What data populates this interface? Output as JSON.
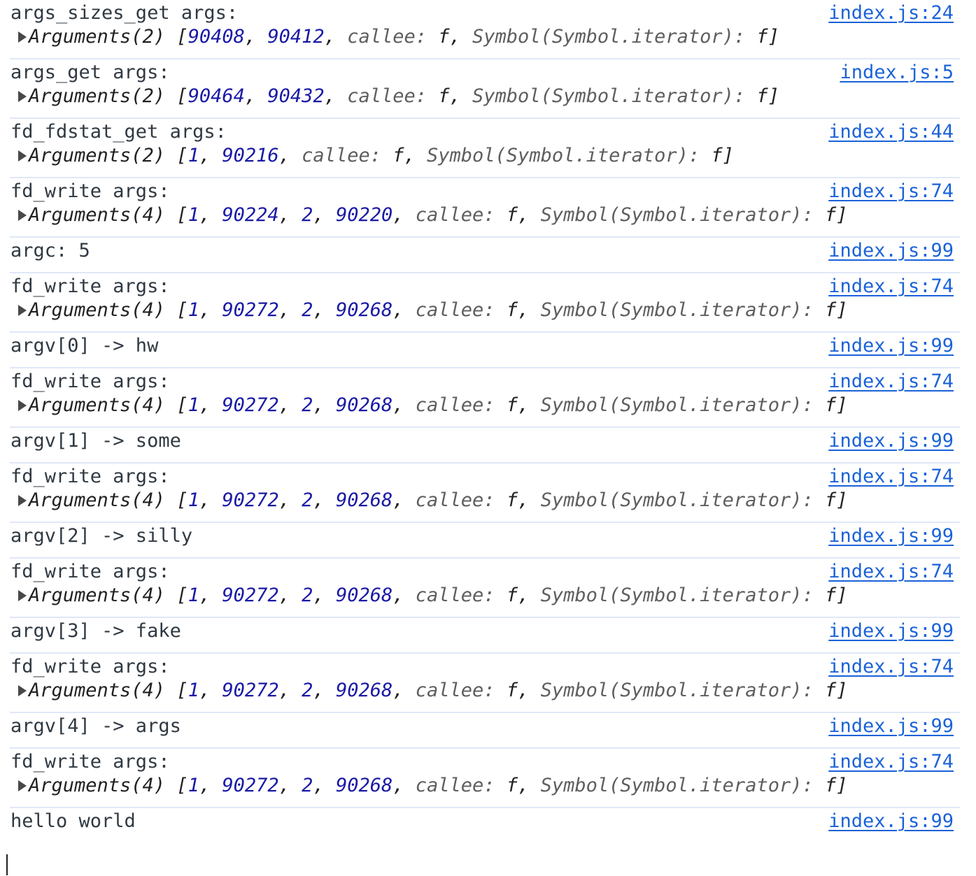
{
  "console": {
    "messages": [
      {
        "text": "args_sizes_get args:",
        "source": "index.js:24",
        "object": {
          "name": "Arguments(2)",
          "values": [
            "90408",
            "90412"
          ],
          "tail_key_1": "callee",
          "tail_val_1": "f",
          "tail_key_2": "Symbol(Symbol.iterator)",
          "tail_val_2": "f"
        }
      },
      {
        "text": "args_get args:",
        "source": "index.js:5",
        "object": {
          "name": "Arguments(2)",
          "values": [
            "90464",
            "90432"
          ],
          "tail_key_1": "callee",
          "tail_val_1": "f",
          "tail_key_2": "Symbol(Symbol.iterator)",
          "tail_val_2": "f"
        }
      },
      {
        "text": "fd_fdstat_get args:",
        "source": "index.js:44",
        "object": {
          "name": "Arguments(2)",
          "values": [
            "1",
            "90216"
          ],
          "tail_key_1": "callee",
          "tail_val_1": "f",
          "tail_key_2": "Symbol(Symbol.iterator)",
          "tail_val_2": "f"
        }
      },
      {
        "text": "fd_write args:",
        "source": "index.js:74",
        "object": {
          "name": "Arguments(4)",
          "values": [
            "1",
            "90224",
            "2",
            "90220"
          ],
          "tail_key_1": "callee",
          "tail_val_1": "f",
          "tail_key_2": "Symbol(Symbol.iterator)",
          "tail_val_2": "f"
        }
      },
      {
        "text": "argc: 5",
        "source": "index.js:99"
      },
      {
        "text": "fd_write args:",
        "source": "index.js:74",
        "object": {
          "name": "Arguments(4)",
          "values": [
            "1",
            "90272",
            "2",
            "90268"
          ],
          "tail_key_1": "callee",
          "tail_val_1": "f",
          "tail_key_2": "Symbol(Symbol.iterator)",
          "tail_val_2": "f"
        }
      },
      {
        "text": "argv[0] -> hw",
        "source": "index.js:99"
      },
      {
        "text": "fd_write args:",
        "source": "index.js:74",
        "object": {
          "name": "Arguments(4)",
          "values": [
            "1",
            "90272",
            "2",
            "90268"
          ],
          "tail_key_1": "callee",
          "tail_val_1": "f",
          "tail_key_2": "Symbol(Symbol.iterator)",
          "tail_val_2": "f"
        }
      },
      {
        "text": "argv[1] -> some",
        "source": "index.js:99"
      },
      {
        "text": "fd_write args:",
        "source": "index.js:74",
        "object": {
          "name": "Arguments(4)",
          "values": [
            "1",
            "90272",
            "2",
            "90268"
          ],
          "tail_key_1": "callee",
          "tail_val_1": "f",
          "tail_key_2": "Symbol(Symbol.iterator)",
          "tail_val_2": "f"
        }
      },
      {
        "text": "argv[2] -> silly",
        "source": "index.js:99"
      },
      {
        "text": "fd_write args:",
        "source": "index.js:74",
        "object": {
          "name": "Arguments(4)",
          "values": [
            "1",
            "90272",
            "2",
            "90268"
          ],
          "tail_key_1": "callee",
          "tail_val_1": "f",
          "tail_key_2": "Symbol(Symbol.iterator)",
          "tail_val_2": "f"
        }
      },
      {
        "text": "argv[3] -> fake",
        "source": "index.js:99"
      },
      {
        "text": "fd_write args:",
        "source": "index.js:74",
        "object": {
          "name": "Arguments(4)",
          "values": [
            "1",
            "90272",
            "2",
            "90268"
          ],
          "tail_key_1": "callee",
          "tail_val_1": "f",
          "tail_key_2": "Symbol(Symbol.iterator)",
          "tail_val_2": "f"
        }
      },
      {
        "text": "argv[4] -> args",
        "source": "index.js:99"
      },
      {
        "text": "fd_write args:",
        "source": "index.js:74",
        "object": {
          "name": "Arguments(4)",
          "values": [
            "1",
            "90272",
            "2",
            "90268"
          ],
          "tail_key_1": "callee",
          "tail_val_1": "f",
          "tail_key_2": "Symbol(Symbol.iterator)",
          "tail_val_2": "f"
        }
      },
      {
        "text": "hello world",
        "source": "index.js:99"
      }
    ]
  },
  "icons": {
    "expand": "disclosure-triangle-right"
  },
  "colors": {
    "text": "#303942",
    "number": "#1a1aa6",
    "property_key": "#5e5e5e",
    "link": "#1a62d8",
    "divider": "#dfe8f7"
  }
}
